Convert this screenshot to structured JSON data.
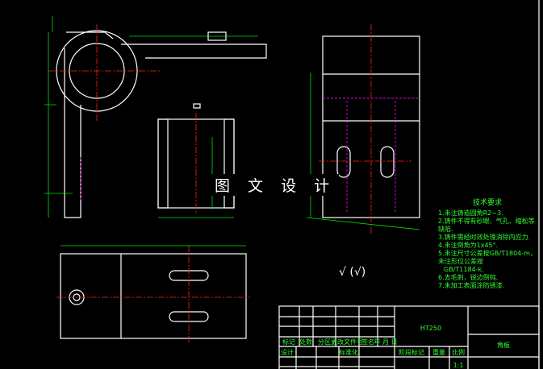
{
  "watermark": "图 文 设 计",
  "roughness_symbol": "√ (√)",
  "tech_requirements": {
    "title": "技术要求",
    "items": [
      "1.未注铸造圆角R2~3.",
      "2.铸件不得有砂眼、气孔、缩松等缺陷.",
      "3.铸件需经时效处理消除内应力.",
      "4.未注倒角为1x45°.",
      "5.未注尺寸公差按GB/T1804-m，未注形位公差按",
      "GB/T1184-k.",
      "6.去毛刺，锐边倒钝.",
      "7.未加工表面涂防锈漆."
    ]
  },
  "title_block": {
    "material": "HT250",
    "part_name": "角板",
    "headers": [
      "标记",
      "处数",
      "分区",
      "更改文件号",
      "签名",
      "年 月 日"
    ],
    "design": "设计",
    "standardization": "标准化",
    "stage_mark": "阶段标记",
    "weight": "重量",
    "scale": "比例",
    "scale_value": "1:1"
  },
  "colors": {
    "background": "#000000",
    "outline": "#ffffff",
    "dimension": "#00e000",
    "centerline": "#ff2020",
    "hidden": "#e000e0"
  }
}
